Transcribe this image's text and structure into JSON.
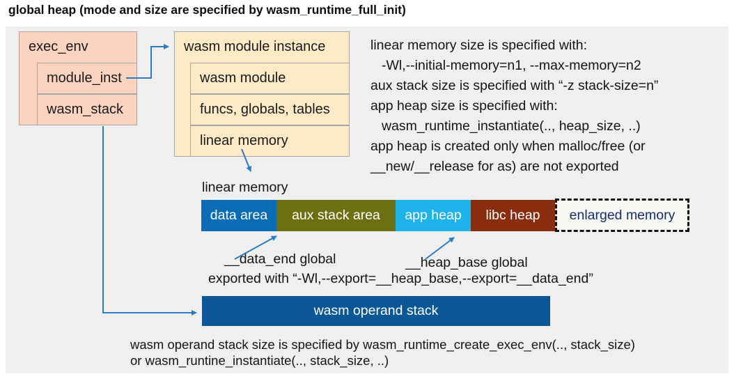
{
  "title": "global heap (mode and size are specified by wasm_runtime_full_init)",
  "exec_env": {
    "title": "exec_env",
    "rows": [
      "module_inst",
      "wasm_stack"
    ]
  },
  "module_instance": {
    "title": "wasm module instance",
    "rows": [
      "wasm module",
      "funcs, globals, tables",
      "linear memory"
    ]
  },
  "notes_right": {
    "lines": [
      "linear memory size is specified with:",
      "-Wl,--initial-memory=n1, --max-memory=n2",
      "aux stack size is specified with “-z stack-size=n”",
      "app heap size is specified with:",
      "wasm_runtime_instantiate(.., heap_size, ..)",
      "app heap is created only when malloc/free (or",
      "__new/__release for as) are not exported"
    ]
  },
  "linear_memory": {
    "label": "linear memory",
    "segments": [
      {
        "label": "data area",
        "color": "#0a6cb4"
      },
      {
        "label": "aux stack area",
        "color": "#6c7010"
      },
      {
        "label": "app heap",
        "color": "#1fb3ec"
      },
      {
        "label": "libc heap",
        "color": "#8a2c0e"
      },
      {
        "label": "enlarged memory",
        "color": "#f6f6f3",
        "border": "dashed",
        "text_color": "#16306b"
      }
    ]
  },
  "annotations": {
    "data_end": "__data_end global",
    "heap_base": "__heap_base global",
    "exported": "exported with “-Wl,--export=__heap_base,--export=__data_end”"
  },
  "operand_stack": {
    "label": "wasm operand stack",
    "color": "#0b5796"
  },
  "footer": {
    "lines": [
      "wasm operand stack size is specified by wasm_runtime_create_exec_env(.., stack_size)",
      "or wasm_runtine_instantiate(.., stack_size, ..)"
    ]
  },
  "colors": {
    "panel_background": "#efefef",
    "struct_box_salmon": "#fbd3bf",
    "struct_box_cream": "#fdeac6",
    "box_border": "#a6a6a6",
    "arrow_blue": "#2e7bc4",
    "enlarged_text_navy": "#16306b"
  }
}
